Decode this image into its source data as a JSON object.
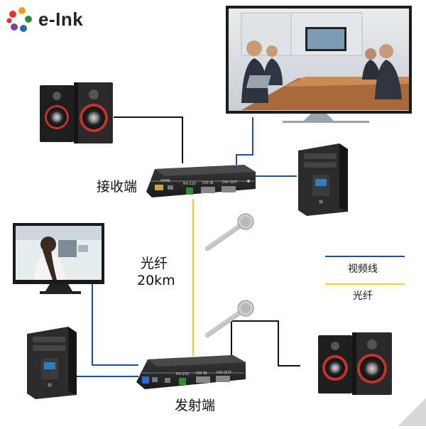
{
  "logo": {
    "text": "e-Ink"
  },
  "labels": {
    "receiver": "接收端",
    "transmitter": "发射端",
    "fiber": "光纤",
    "distance": "20km"
  },
  "legend": {
    "items": [
      {
        "label": "视频线",
        "color": "#1f4e9e"
      },
      {
        "label": "光纤",
        "color": "#f2d43a"
      }
    ]
  },
  "device_labels": {
    "receiver_panel": [
      "HDMI",
      "RS-232",
      "DVI IN",
      "DVI OUT"
    ],
    "transmitter_panel": [
      "RS-232",
      "DVI IN",
      "DVI OUT"
    ]
  },
  "colors": {
    "video_line": "#1f4e9e",
    "fiber_line": "#f2d43a",
    "audio_line": "#111111"
  }
}
